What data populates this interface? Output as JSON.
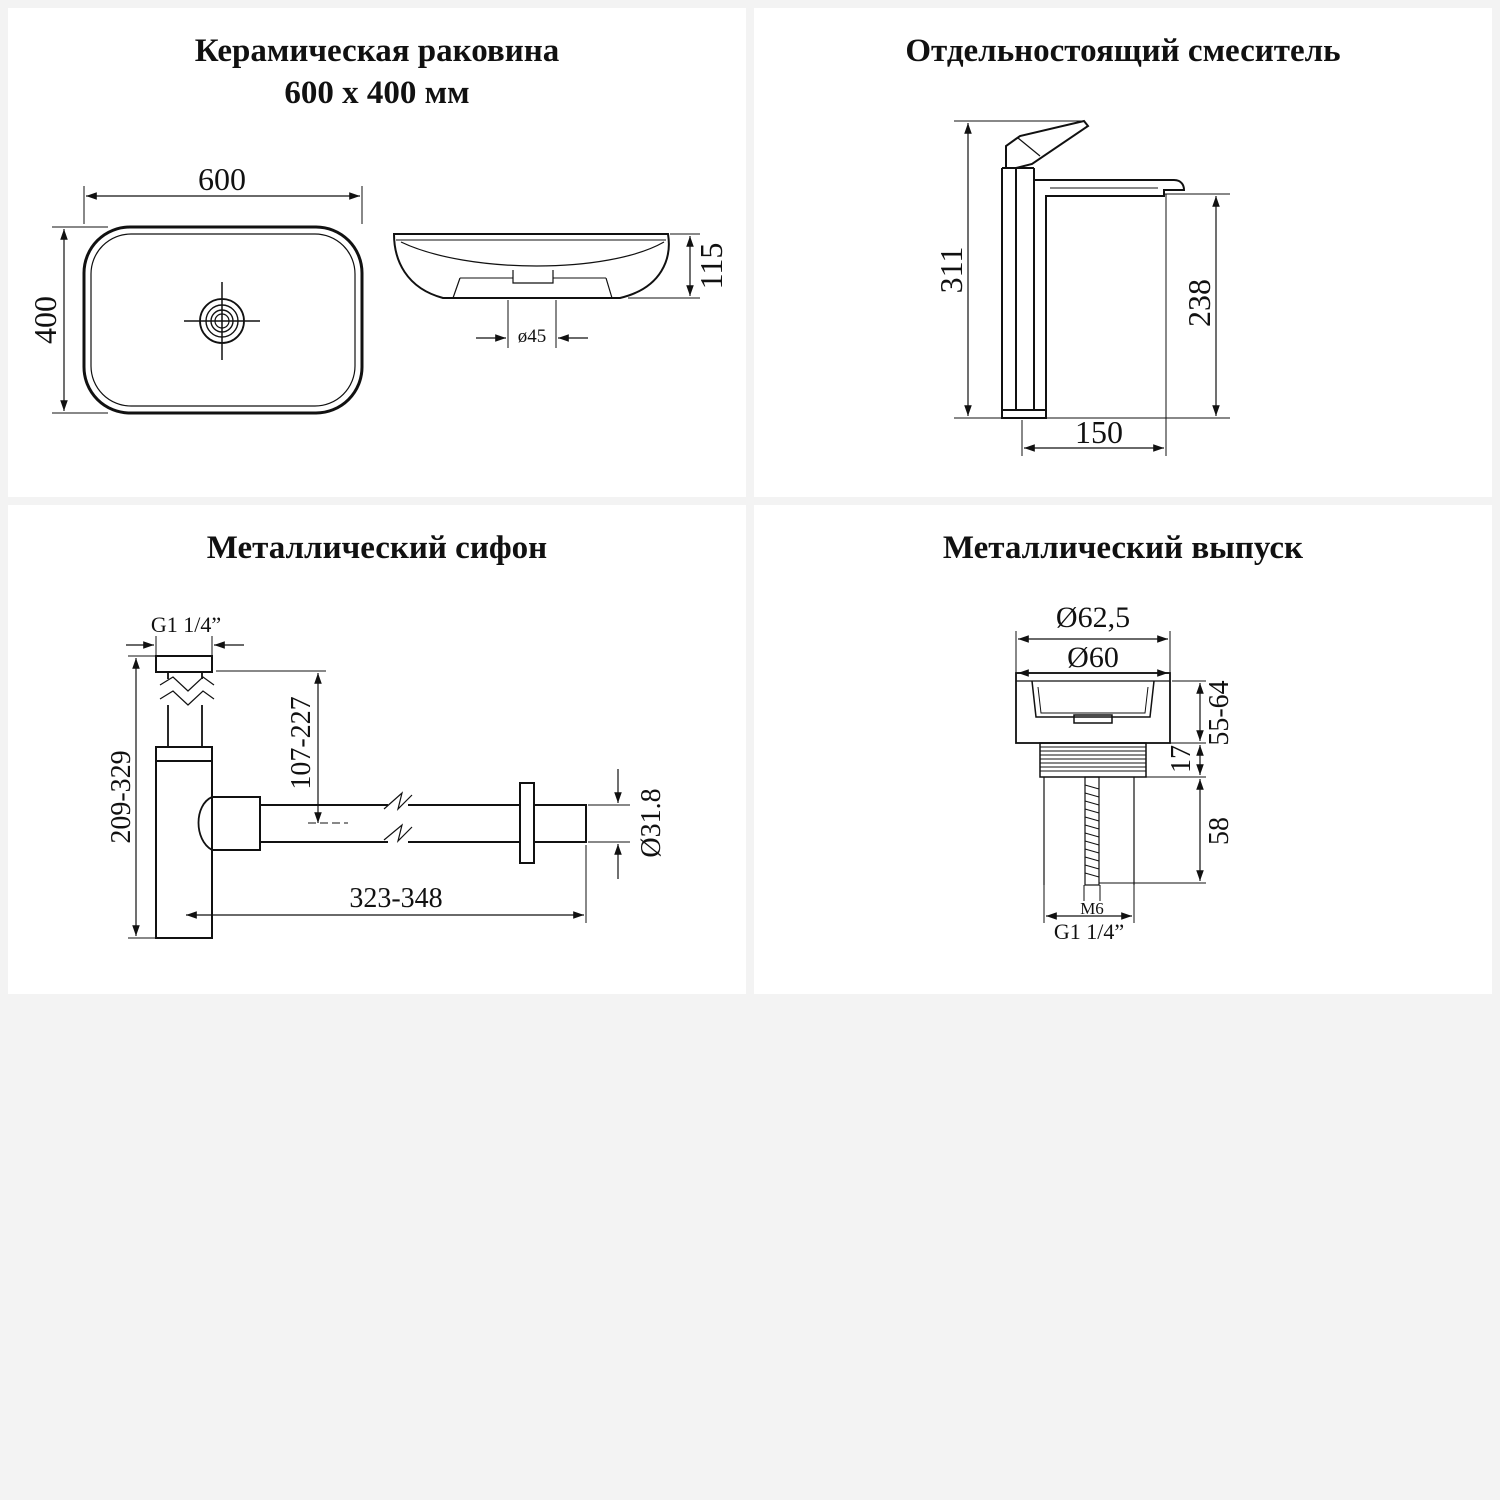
{
  "panels": {
    "sink": {
      "title_line1": "Керамическая раковина",
      "title_line2": "600 x 400 мм",
      "dim_width": "600",
      "dim_height": "400",
      "dim_depth": "115",
      "dim_drain": "ø45"
    },
    "faucet": {
      "title": "Отдельностоящий смеситель",
      "dim_height": "311",
      "dim_spout_height": "238",
      "dim_reach": "150"
    },
    "siphon": {
      "title": "Металлический сифон",
      "dim_thread": "G1 1/4”",
      "dim_height": "209-329",
      "dim_offset": "107-227",
      "dim_length": "323-348",
      "dim_diameter": "Ø31.8"
    },
    "drain": {
      "title": "Металлический выпуск",
      "dim_outer": "Ø62,5",
      "dim_inner": "Ø60",
      "dim_range": "55-64",
      "dim_17": "17",
      "dim_58": "58",
      "dim_m6": "M6",
      "dim_thread": "G1 1/4”"
    }
  },
  "colors": {
    "page_bg": "#f3f3f3",
    "panel_bg": "#ffffff",
    "ink": "#111111"
  }
}
